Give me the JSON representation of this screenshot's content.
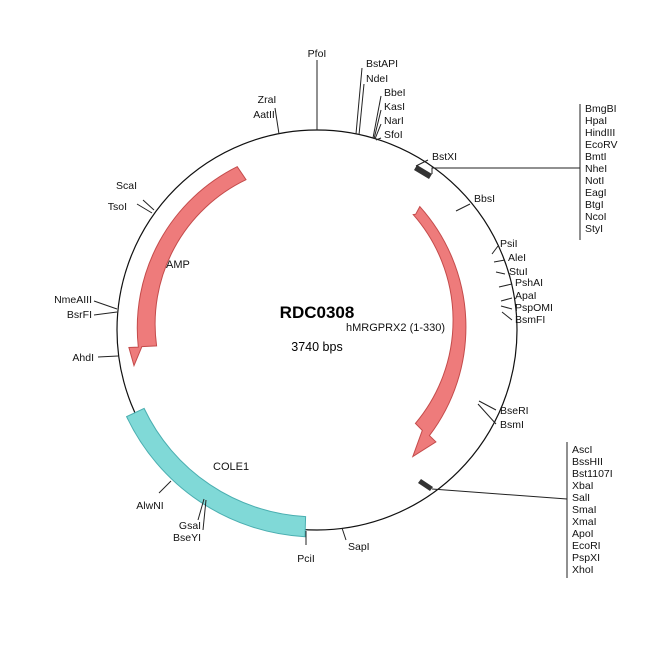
{
  "plasmid": {
    "name": "RDC0308",
    "size": "3740 bps"
  },
  "features": {
    "amp": {
      "label": "AMP",
      "color": "#e06666"
    },
    "insert": {
      "label": "hMRGPRX2 (1-330)",
      "color": "#e06666"
    },
    "ori": {
      "label": "COLE1",
      "color": "#7fd8d6"
    }
  },
  "sites": {
    "pfoi": "PfoI",
    "bstapi": "BstAPI",
    "ndei": "NdeI",
    "bbei": "BbeI",
    "kasi": "KasI",
    "nari": "NarI",
    "sfoi": "SfoI",
    "zrai": "ZraI",
    "aatii": "AatII",
    "bstxi": "BstXI",
    "bbsi": "BbsI",
    "psii": "PsiI",
    "alei": "AleI",
    "stui": "StuI",
    "pshai": "PshAI",
    "apai": "ApaI",
    "psponi": "PspOMI",
    "bsmfi": "BsmFI",
    "bseri": "BseRI",
    "bsmi": "BsmI",
    "sapi": "SapI",
    "pcii": "PciI",
    "gsai": "GsaI",
    "bseyi": "BseYI",
    "alwni": "AlwNI",
    "ahdi": "AhdI",
    "nmealii": "NmeAIII",
    "bsrfi": "BsrFI",
    "scai": "ScaI",
    "tsoi": "TsoI"
  },
  "upper_cluster": [
    "BmgBI",
    "HpaI",
    "HindIII",
    "EcoRV",
    "BmtI",
    "NheI",
    "NotI",
    "EagI",
    "BtgI",
    "NcoI",
    "StyI"
  ],
  "lower_cluster": [
    "AscI",
    "BssHII",
    "Bst1107I",
    "XbaI",
    "SalI",
    "SmaI",
    "XmaI",
    "ApoI",
    "EcoRI",
    "PspXI",
    "XhoI"
  ]
}
